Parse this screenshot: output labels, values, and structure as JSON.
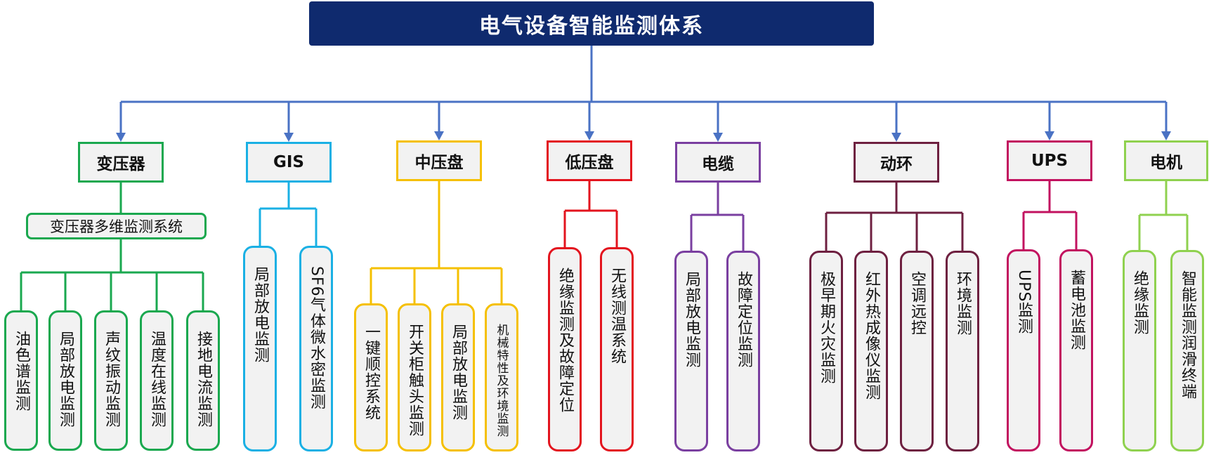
{
  "title": "电气设备智能监测体系",
  "colors": {
    "title_bg": "#0f2a6e",
    "trunk": "#4a72c4"
  },
  "categories": [
    {
      "id": "transformer",
      "label": "变压器",
      "color": "#1aa84f",
      "sub": "变压器多维监测系统",
      "leaves": [
        "油色谱监测",
        "局部放电监测",
        "声纹振动监测",
        "温度在线监测",
        "接地电流监测"
      ]
    },
    {
      "id": "gis",
      "label": "GIS",
      "color": "#1ab0e4",
      "leaves": [
        "局部放电监测",
        "SF6气体微水密监测"
      ]
    },
    {
      "id": "mv",
      "label": "中压盘",
      "color": "#f5c000",
      "leaves": [
        "一键顺控系统",
        "开关柜触头监测",
        "局部放电监测",
        "机械特性及环境监测"
      ]
    },
    {
      "id": "lv",
      "label": "低压盘",
      "color": "#e3141e",
      "leaves": [
        "绝缘监测及故障定位",
        "无线测温系统"
      ]
    },
    {
      "id": "cable",
      "label": "电缆",
      "color": "#7a3fa0",
      "leaves": [
        "局部放电监测",
        "故障定位监测"
      ]
    },
    {
      "id": "env",
      "label": "动环",
      "color": "#6e2040",
      "leaves": [
        "极早期火灾监测",
        "红外热成像仪监测",
        "空调远控",
        "环境监测"
      ]
    },
    {
      "id": "ups",
      "label": "UPS",
      "color": "#c2125f",
      "leaves": [
        "UPS监测",
        "蓄电池监测"
      ]
    },
    {
      "id": "motor",
      "label": "电机",
      "color": "#8fd14f",
      "leaves": [
        "绝缘监测",
        "智能监测润滑终端"
      ]
    }
  ]
}
